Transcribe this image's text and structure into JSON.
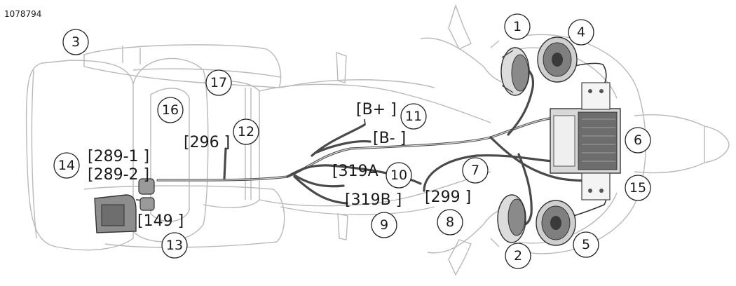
{
  "figure_id": "1078794",
  "connectors": [
    {
      "id": "b-plus",
      "text": "[B+ ]"
    },
    {
      "id": "b-minus",
      "text": "[B- ]"
    },
    {
      "id": "296",
      "text": "[296 ]"
    },
    {
      "id": "289-1",
      "text": "[289-1 ]"
    },
    {
      "id": "289-2",
      "text": "[289-2 ]"
    },
    {
      "id": "319a",
      "text": "[319A"
    },
    {
      "id": "319b",
      "text": "[319B ]"
    },
    {
      "id": "299",
      "text": "[299 ]"
    },
    {
      "id": "149",
      "text": "[149 ]"
    }
  ],
  "callouts": [
    "1",
    "2",
    "3",
    "4",
    "5",
    "6",
    "7",
    "8",
    "9",
    "10",
    "11",
    "12",
    "13",
    "14",
    "15",
    "16",
    "17"
  ]
}
